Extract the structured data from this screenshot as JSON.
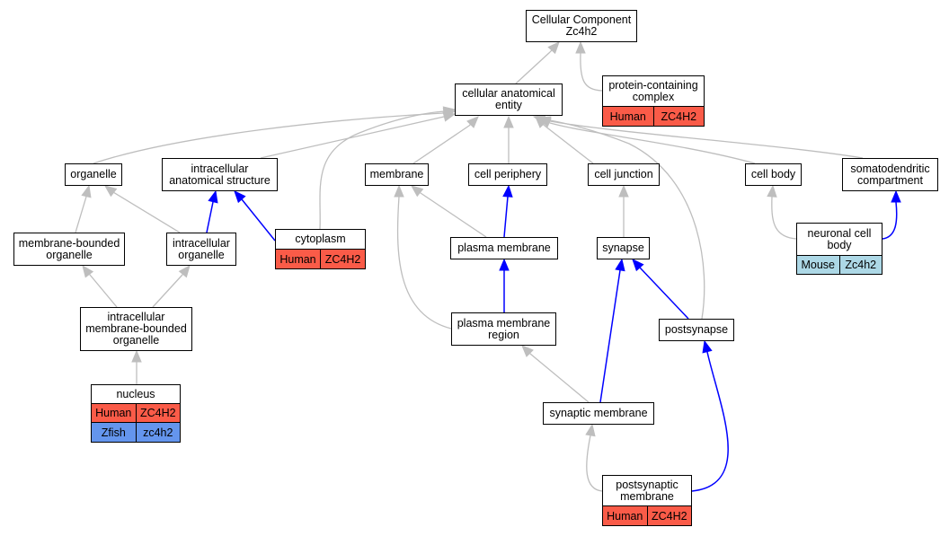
{
  "colors": {
    "edge_gray": "#bebebe",
    "edge_blue": "#0000ff",
    "human": "#fa5b48",
    "mouse": "#add8e6",
    "zfish": "#6495ed"
  },
  "nodes": {
    "root": [
      "Cellular Component",
      "Zc4h2"
    ],
    "protein_complex": [
      "protein-containing",
      "complex"
    ],
    "cellular_anatomical_entity": [
      "cellular anatomical",
      "entity"
    ],
    "organelle": [
      "organelle"
    ],
    "intracellular_anatomical_structure": [
      "intracellular",
      "anatomical structure"
    ],
    "membrane": [
      "membrane"
    ],
    "cell_periphery": [
      "cell periphery"
    ],
    "cell_junction": [
      "cell junction"
    ],
    "cell_body": [
      "cell body"
    ],
    "somatodendritic_compartment": [
      "somatodendritic",
      "compartment"
    ],
    "membrane_bounded_organelle": [
      "membrane-bounded",
      "organelle"
    ],
    "intracellular_organelle": [
      "intracellular",
      "organelle"
    ],
    "cytoplasm": [
      "cytoplasm"
    ],
    "plasma_membrane": [
      "plasma membrane"
    ],
    "synapse": [
      "synapse"
    ],
    "neuronal_cell_body": [
      "neuronal cell",
      "body"
    ],
    "intracellular_membrane_bounded_organelle": [
      "intracellular",
      "membrane-bounded",
      "organelle"
    ],
    "plasma_membrane_region": [
      "plasma membrane",
      "region"
    ],
    "postsynapse": [
      "postsynapse"
    ],
    "nucleus": [
      "nucleus"
    ],
    "synaptic_membrane": [
      "synaptic membrane"
    ],
    "postsynaptic_membrane": [
      "postsynaptic",
      "membrane"
    ]
  },
  "annotations": {
    "protein_complex": [
      {
        "species": "Human",
        "gene": "ZC4H2"
      }
    ],
    "cytoplasm": [
      {
        "species": "Human",
        "gene": "ZC4H2"
      }
    ],
    "neuronal_cell_body": [
      {
        "species": "Mouse",
        "gene": "Zc4h2"
      }
    ],
    "nucleus": [
      {
        "species": "Human",
        "gene": "ZC4H2"
      },
      {
        "species": "Zfish",
        "gene": "zc4h2"
      }
    ],
    "postsynaptic_membrane": [
      {
        "species": "Human",
        "gene": "ZC4H2"
      }
    ]
  },
  "edges": [
    {
      "from": "protein_complex",
      "to": "root",
      "color": "gray"
    },
    {
      "from": "cellular_anatomical_entity",
      "to": "root",
      "color": "gray"
    },
    {
      "from": "organelle",
      "to": "cellular_anatomical_entity",
      "color": "gray"
    },
    {
      "from": "intracellular_anatomical_structure",
      "to": "cellular_anatomical_entity",
      "color": "gray"
    },
    {
      "from": "cytoplasm",
      "to": "cellular_anatomical_entity",
      "color": "gray"
    },
    {
      "from": "membrane",
      "to": "cellular_anatomical_entity",
      "color": "gray"
    },
    {
      "from": "cell_periphery",
      "to": "cellular_anatomical_entity",
      "color": "gray"
    },
    {
      "from": "cell_junction",
      "to": "cellular_anatomical_entity",
      "color": "gray"
    },
    {
      "from": "postsynapse",
      "to": "cellular_anatomical_entity",
      "color": "gray"
    },
    {
      "from": "cell_body",
      "to": "cellular_anatomical_entity",
      "color": "gray"
    },
    {
      "from": "somatodendritic_compartment",
      "to": "cellular_anatomical_entity",
      "color": "gray"
    },
    {
      "from": "membrane_bounded_organelle",
      "to": "organelle",
      "color": "gray"
    },
    {
      "from": "intracellular_organelle",
      "to": "organelle",
      "color": "gray"
    },
    {
      "from": "intracellular_organelle",
      "to": "intracellular_anatomical_structure",
      "color": "blue"
    },
    {
      "from": "cytoplasm",
      "to": "intracellular_anatomical_structure",
      "color": "blue"
    },
    {
      "from": "intracellular_membrane_bounded_organelle",
      "to": "membrane_bounded_organelle",
      "color": "gray"
    },
    {
      "from": "intracellular_membrane_bounded_organelle",
      "to": "intracellular_organelle",
      "color": "gray"
    },
    {
      "from": "nucleus",
      "to": "intracellular_membrane_bounded_organelle",
      "color": "gray"
    },
    {
      "from": "plasma_membrane",
      "to": "membrane",
      "color": "gray"
    },
    {
      "from": "plasma_membrane",
      "to": "cell_periphery",
      "color": "blue"
    },
    {
      "from": "plasma_membrane_region",
      "to": "membrane",
      "color": "gray"
    },
    {
      "from": "plasma_membrane_region",
      "to": "plasma_membrane",
      "color": "blue"
    },
    {
      "from": "synapse",
      "to": "cell_junction",
      "color": "gray"
    },
    {
      "from": "synaptic_membrane",
      "to": "synapse",
      "color": "blue"
    },
    {
      "from": "synaptic_membrane",
      "to": "plasma_membrane_region",
      "color": "gray"
    },
    {
      "from": "postsynapse",
      "to": "synapse",
      "color": "blue"
    },
    {
      "from": "postsynaptic_membrane",
      "to": "synaptic_membrane",
      "color": "gray"
    },
    {
      "from": "postsynaptic_membrane",
      "to": "postsynapse",
      "color": "blue"
    },
    {
      "from": "neuronal_cell_body",
      "to": "cell_body",
      "color": "gray"
    },
    {
      "from": "neuronal_cell_body",
      "to": "somatodendritic_compartment",
      "color": "blue"
    }
  ]
}
